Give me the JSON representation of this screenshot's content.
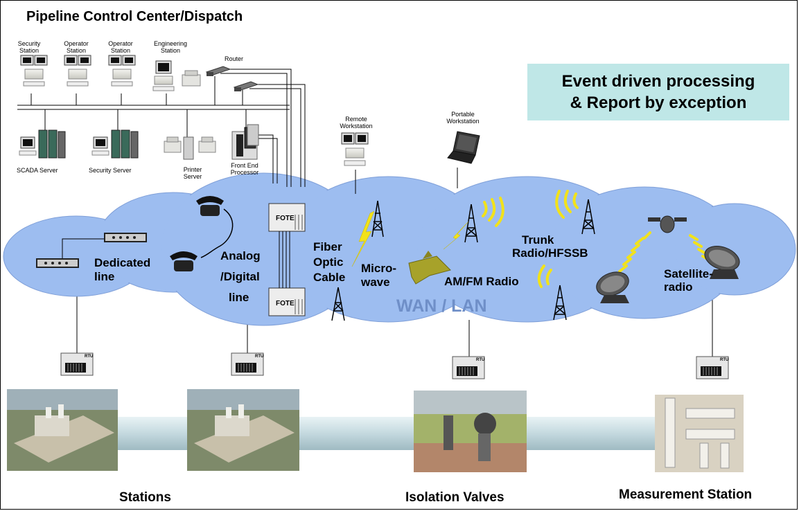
{
  "title": "Pipeline Control Center/Dispatch",
  "event_box": {
    "line1": "Event driven processing",
    "line2": "& Report by exception"
  },
  "stations": {
    "security": [
      "Security",
      "Station"
    ],
    "operator1": [
      "Operator",
      "Station"
    ],
    "operator2": [
      "Operator",
      "Station"
    ],
    "engineering": [
      "Engineering",
      "Station"
    ],
    "router": "Router",
    "scada_server": "SCADA Server",
    "security_server": "Security Server",
    "printer_server": [
      "Printer",
      "Server"
    ],
    "front_end": [
      "Front End",
      "Processor"
    ],
    "remote": [
      "Remote",
      "Workstation"
    ],
    "portable": [
      "Portable",
      "Workstation"
    ]
  },
  "network": {
    "dedicated": [
      "Dedicated",
      "line"
    ],
    "analog": [
      "Analog",
      "/Digital",
      "line"
    ],
    "fiber": [
      "Fiber",
      "Optic",
      "Cable"
    ],
    "fote": "FOTE",
    "microwave": [
      "Micro-",
      "wave"
    ],
    "amfm": "AM/FM Radio",
    "trunk": [
      "Trunk",
      "Radio/HFSSB"
    ],
    "satellite": [
      "Satellite-",
      "radio"
    ],
    "wan": "WAN / LAN",
    "rtu": "RTU"
  },
  "captions": {
    "stations": "Stations",
    "valves": "Isolation Valves",
    "measurement": "Measurement Station"
  },
  "colors": {
    "cloud": "#9dbdf0",
    "cloud_edge": "#7f9fd8",
    "box": "#bfe7e7",
    "wan_text": "#6f8fc8",
    "signal": "#f2e21a",
    "pipe": "#c9dde3"
  }
}
